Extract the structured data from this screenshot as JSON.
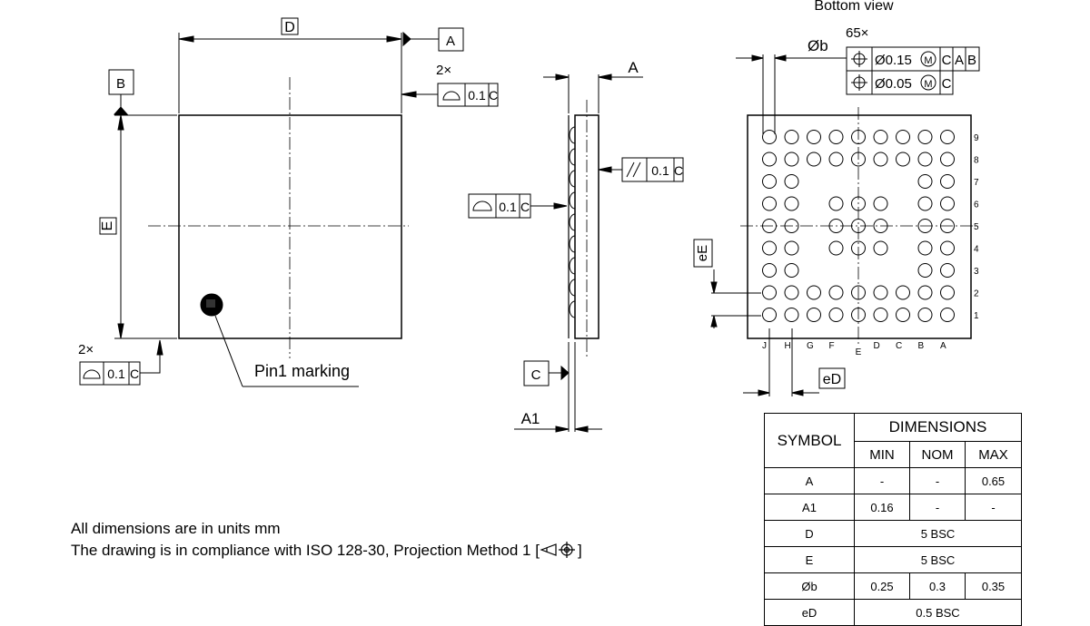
{
  "drawing": {
    "top_view": {
      "dim_d": "D",
      "dim_e": "E",
      "datum_a": "A",
      "datum_b": "B",
      "count_top": "2×",
      "count_bottom": "2×",
      "tolerance": "0.1",
      "datum_ref": "C",
      "pin1_label": "Pin1 marking"
    },
    "side_view": {
      "dim_a": "A",
      "dim_a1": "A1",
      "datum_c": "C",
      "parallelism_tol": "0.1",
      "parallelism_ref": "C",
      "flatness_tol": "0.1",
      "flatness_ref": "C"
    },
    "bottom_view": {
      "title": "Bottom view",
      "ball_count": "65×",
      "dim_b": "Øb",
      "pos_tol_1": "Ø0.15",
      "pos_tol_1_mod": "M",
      "pos_tol_1_refs": [
        "C",
        "A",
        "B"
      ],
      "pos_tol_2": "Ø0.05",
      "pos_tol_2_mod": "M",
      "pos_tol_2_refs": [
        "C"
      ],
      "dim_ee": "eE",
      "dim_ed": "eD",
      "row_labels": [
        "9",
        "8",
        "7",
        "6",
        "5",
        "4",
        "3",
        "2",
        "1"
      ],
      "col_labels": [
        "J",
        "H",
        "G",
        "F",
        "E",
        "D",
        "C",
        "B",
        "A"
      ],
      "grid": [
        "111111111",
        "111111111",
        "110000011",
        "110111011",
        "110111011",
        "110111011",
        "110000011",
        "111111111",
        "111111111"
      ]
    }
  },
  "notes": {
    "line1": "All dimensions are in units mm",
    "line2": "The drawing is in compliance with ISO 128-30, Projection Method 1 [",
    "line2_end": "]"
  },
  "table": {
    "symbol_header": "SYMBOL",
    "dimensions_header": "DIMENSIONS",
    "min_header": "MIN",
    "nom_header": "NOM",
    "max_header": "MAX",
    "rows": [
      {
        "symbol": "A",
        "min": "-",
        "nom": "-",
        "max": "0.65"
      },
      {
        "symbol": "A1",
        "min": "0.16",
        "nom": "-",
        "max": "-"
      },
      {
        "symbol": "D",
        "span": "5 BSC"
      },
      {
        "symbol": "E",
        "span": "5 BSC"
      },
      {
        "symbol": "Øb",
        "min": "0.25",
        "nom": "0.3",
        "max": "0.35"
      },
      {
        "symbol": "eD",
        "span": "0.5 BSC"
      }
    ]
  }
}
